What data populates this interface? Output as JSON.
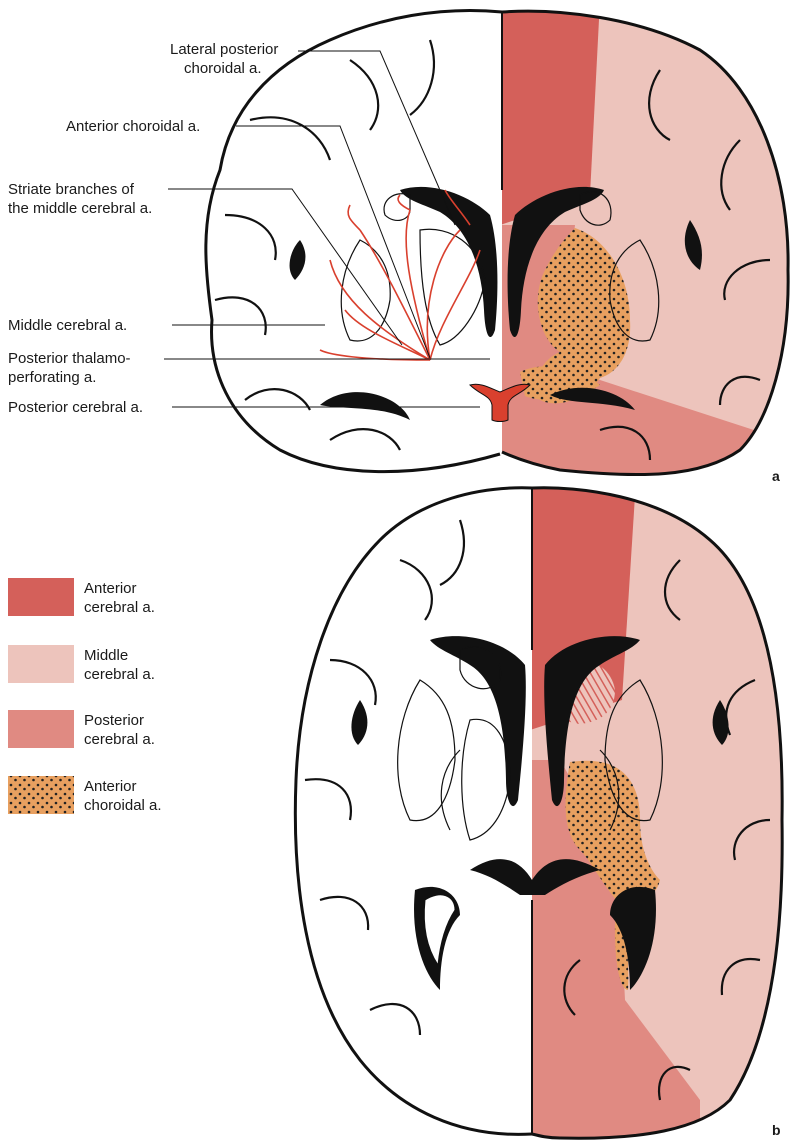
{
  "panel_a": {
    "letter": "a",
    "labels": [
      {
        "id": "lateral-posterior-choroidal",
        "lines": [
          "Lateral posterior",
          "choroidal a."
        ]
      },
      {
        "id": "anterior-choroidal",
        "lines": [
          "Anterior choroidal a."
        ]
      },
      {
        "id": "striate-branches",
        "lines": [
          "Striate branches of",
          "the middle cerebral a."
        ]
      },
      {
        "id": "middle-cerebral",
        "lines": [
          "Middle cerebral a."
        ]
      },
      {
        "id": "posterior-thalamo",
        "lines": [
          "Posterior thalamo-",
          "perforating a."
        ]
      },
      {
        "id": "posterior-cerebral",
        "lines": [
          "Posterior cerebral a."
        ]
      }
    ]
  },
  "panel_b": {
    "letter": "b"
  },
  "legend": [
    {
      "id": "anterior-cerebral",
      "lines": [
        "Anterior",
        "cerebral a."
      ],
      "color": "#d4605a"
    },
    {
      "id": "middle-cerebral",
      "lines": [
        "Middle",
        "cerebral a."
      ],
      "color": "#edc4bc"
    },
    {
      "id": "posterior-cerebral",
      "lines": [
        "Posterior",
        "cerebral a."
      ],
      "color": "#e08a82"
    },
    {
      "id": "anterior-choroidal",
      "lines": [
        "Anterior",
        "choroidal a."
      ],
      "color": "#e8a060",
      "pattern": "dotted"
    }
  ],
  "colors": {
    "anterior_cerebral": "#d4605a",
    "middle_cerebral": "#edc4bc",
    "posterior_cerebral": "#e08a82",
    "anterior_choroidal": "#e8a060",
    "artery_red": "#d9402e",
    "outline": "#111111"
  }
}
